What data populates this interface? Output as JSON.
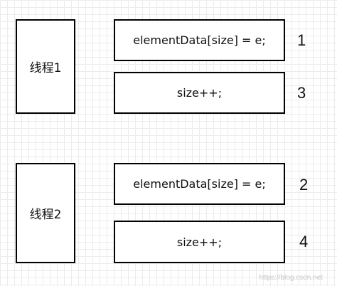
{
  "threads": [
    {
      "label": "线程1",
      "statements": [
        {
          "code": "elementData[size] = e;",
          "step": "1"
        },
        {
          "code": "size++;",
          "step": "3"
        }
      ]
    },
    {
      "label": "线程2",
      "statements": [
        {
          "code": "elementData[size] = e;",
          "step": "2"
        },
        {
          "code": "size++;",
          "step": "4"
        }
      ]
    }
  ],
  "watermark": "https://blog.csdn.net"
}
